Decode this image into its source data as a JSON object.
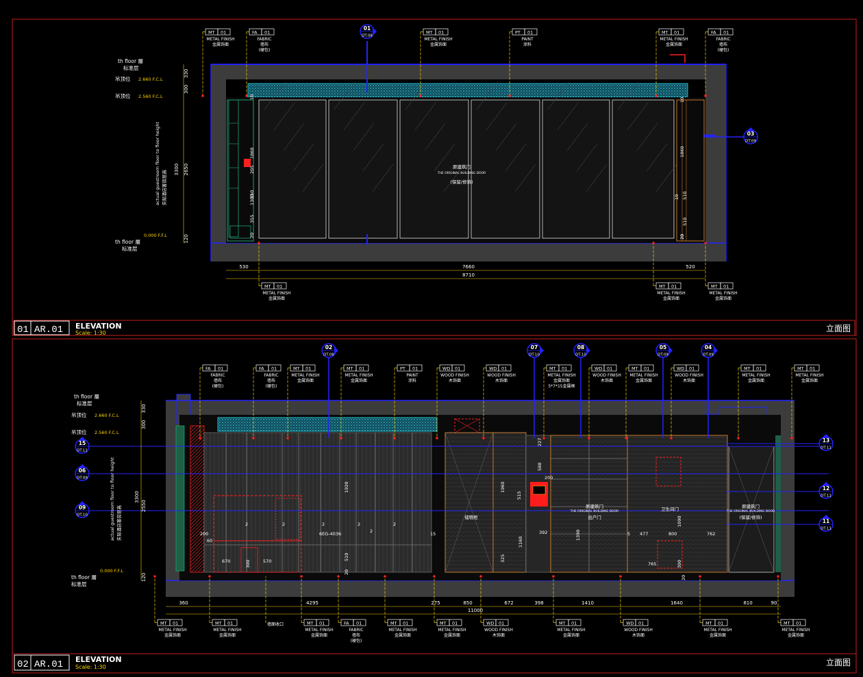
{
  "titles": {
    "top": {
      "number": "01",
      "ref": "AR.01",
      "name": "ELEVATION",
      "scale": "Scale: 1:30",
      "cn": "立面图"
    },
    "bottom": {
      "number": "02",
      "ref": "AR.01",
      "name": "ELEVATION",
      "scale": "Scale: 1:30",
      "cn": "立面图"
    }
  },
  "levels": {
    "floor_top_en": "th floor 層",
    "floor_top_cn": "标准层",
    "ceil1": "吊顶位",
    "ceil1_v": "2.660 F.C.L",
    "ceil2": "吊顶位",
    "ceil2_v": "2.560 F.C.L",
    "ffl": "0.000 F.F.L",
    "floor_en": "th floor 層",
    "floor_cn": "标准层",
    "vertical_en": "actual guestroom floor to floor height",
    "vertical_cn": "实际酒店客房层高",
    "ceil_b1_v": "2.660 F.C.L",
    "ceil_b2_v": "2.560 F.C.L"
  },
  "top_tags": [
    {
      "code": "MT",
      "n": "01",
      "en": "METAL FINISH",
      "cn": "金属饰面"
    },
    {
      "code": "FA",
      "n": "01",
      "en": "FABRIC",
      "cn": "墙布",
      "sub": "(硬包)"
    },
    {
      "code": "MT",
      "n": "01",
      "en": "METAL FINISH",
      "cn": "金属饰面"
    },
    {
      "code": "PT",
      "n": "01",
      "en": "PAINT",
      "cn": "涂料"
    },
    {
      "code": "MT",
      "n": "01",
      "en": "METAL FINISH",
      "cn": "金属饰面"
    },
    {
      "code": "FA",
      "n": "01",
      "en": "FABRIC",
      "cn": "墙布",
      "sub": "(硬包)"
    }
  ],
  "top_bottom_tags": [
    {
      "code": "MT",
      "n": "01",
      "en": "METAL FINISH",
      "cn": "金属饰面"
    },
    {
      "code": "MT",
      "n": "01",
      "en": "METAL FINISH",
      "cn": "金属饰面"
    },
    {
      "code": "MT",
      "n": "01",
      "en": "METAL FINISH",
      "cn": "金属饰面"
    }
  ],
  "mid_tags": [
    {
      "code": "FA",
      "n": "01",
      "en": "FABRIC",
      "cn": "墙布",
      "sub": "(硬包)"
    },
    {
      "code": "FA",
      "n": "01",
      "en": "FABRIC",
      "cn": "墙布",
      "sub": "(硬包)"
    },
    {
      "code": "MT",
      "n": "01",
      "en": "METAL FINISH",
      "cn": "金属饰面"
    },
    {
      "code": "MT",
      "n": "01",
      "en": "METAL FINISH",
      "cn": "金属饰面"
    },
    {
      "code": "PT",
      "n": "01",
      "en": "PAINT",
      "cn": "涂料"
    },
    {
      "code": "WD",
      "n": "01",
      "en": "WOOD FINISH",
      "cn": "木饰面"
    },
    {
      "code": "WD",
      "n": "01",
      "en": "WOOD FINISH",
      "cn": "木饰面"
    },
    {
      "code": "MT",
      "n": "01",
      "en": "METAL FINISH",
      "cn": "金属饰面",
      "sub": "5*7*15金属框"
    },
    {
      "code": "WD",
      "n": "01",
      "en": "WOOD FINISH",
      "cn": "木饰面"
    },
    {
      "code": "MT",
      "n": "01",
      "en": "METAL FINISH",
      "cn": "金属饰面"
    },
    {
      "code": "WD",
      "n": "01",
      "en": "WOOD FINISH",
      "cn": "木饰面"
    },
    {
      "code": "MT",
      "n": "01",
      "en": "METAL FINISH",
      "cn": "金属饰面"
    },
    {
      "code": "MT",
      "n": "01",
      "en": "METAL FINISH",
      "cn": "金属饰面"
    }
  ],
  "bot_tags": [
    {
      "code": "MT",
      "n": "01",
      "en": "METAL FINISH",
      "cn": "金属饰面"
    },
    {
      "code": "MT",
      "n": "01",
      "en": "METAL FINISH",
      "cn": "金属饰面"
    },
    {
      "code": "MT",
      "n": "01",
      "en": "METAL FINISH",
      "cn": "金属饰面"
    },
    {
      "code": "FA",
      "n": "01",
      "en": "FABRIC",
      "cn": "墙布",
      "sub": "(硬包)"
    },
    {
      "code": "MT",
      "n": "01",
      "en": "METAL FINISH",
      "cn": "金属饰面"
    },
    {
      "code": "MT",
      "n": "01",
      "en": "METAL FINISH",
      "cn": "金属饰面"
    },
    {
      "code": "WD",
      "n": "01",
      "en": "WOOD FINISH",
      "cn": "木饰面"
    },
    {
      "code": "MT",
      "n": "01",
      "en": "METAL FINISH",
      "cn": "金属饰面"
    },
    {
      "code": "WD",
      "n": "01",
      "en": "WOOD FINISH",
      "cn": "木饰面"
    },
    {
      "code": "MT",
      "n": "01",
      "en": "METAL FINISH",
      "cn": "金属饰面"
    },
    {
      "code": "MT",
      "n": "01",
      "en": "METAL FINISH",
      "cn": "金属饰面"
    }
  ],
  "bot_extra_note": "墙面收口",
  "callouts": {
    "top": [
      {
        "n": "01",
        "ref": "DT.08"
      },
      {
        "n": "03",
        "ref": "DT.09"
      }
    ],
    "mid": [
      {
        "n": "02",
        "ref": "DT.08"
      },
      {
        "n": "07",
        "ref": "DT.10"
      },
      {
        "n": "08",
        "ref": "DT.10"
      },
      {
        "n": "05",
        "ref": "DT.09"
      },
      {
        "n": "04",
        "ref": "DT.09"
      }
    ],
    "left": [
      {
        "n": "15",
        "ref": "DT.11"
      },
      {
        "n": "06",
        "ref": "DT.09"
      },
      {
        "n": "09",
        "ref": "DT.10"
      }
    ],
    "right": [
      {
        "n": "13",
        "ref": "DT.11"
      },
      {
        "n": "12",
        "ref": "DT.11"
      },
      {
        "n": "11",
        "ref": "DT.11"
      }
    ]
  },
  "dims_top": {
    "left_v": [
      "330",
      "300",
      "3300",
      "2650",
      "120"
    ],
    "inner_v": [
      "10",
      "1860",
      "205",
      "550",
      "1300",
      "355",
      "20"
    ],
    "right_v": [
      "10",
      "1860",
      "10",
      "510",
      "20",
      "510",
      "20"
    ],
    "h": [
      "530",
      "7660",
      "520"
    ],
    "total": "8710"
  },
  "dims_bot": {
    "left_v": [
      "330",
      "300",
      "3300",
      "2550",
      "120"
    ],
    "h": [
      "360",
      "4295",
      "275",
      "850",
      "672",
      "398",
      "1410",
      "1640",
      "810",
      "90"
    ],
    "total": "11000",
    "inner": [
      "200",
      "60",
      "670",
      "570",
      "300",
      "2",
      "2",
      "2",
      "2",
      "2",
      "6EG-4036",
      "1920",
      "510",
      "20",
      "15",
      "1960",
      "515",
      "200",
      "392",
      "1160",
      "325",
      "227",
      "588",
      "1390",
      "5",
      "477",
      "800",
      "762",
      "765",
      "300",
      "1090",
      "20",
      "2"
    ]
  },
  "notes": {
    "top_door": "原建筑门",
    "top_door_en": "THE ORIGINAL BUILDING DOOR",
    "top_door_sub": "(保留/修饰)",
    "mid_door1": "原建筑门",
    "mid_door1_en": "THE ORIGINAL BUILDING DOOR",
    "mid_door1_sub": "出户门",
    "mid_door2": "原建筑门",
    "mid_door2_en": "THE ORIGINAL BUILDING DOOR",
    "mid_door2_sub": "(保留/修饰)",
    "storage": "储物柜",
    "bath": "卫生间门"
  }
}
